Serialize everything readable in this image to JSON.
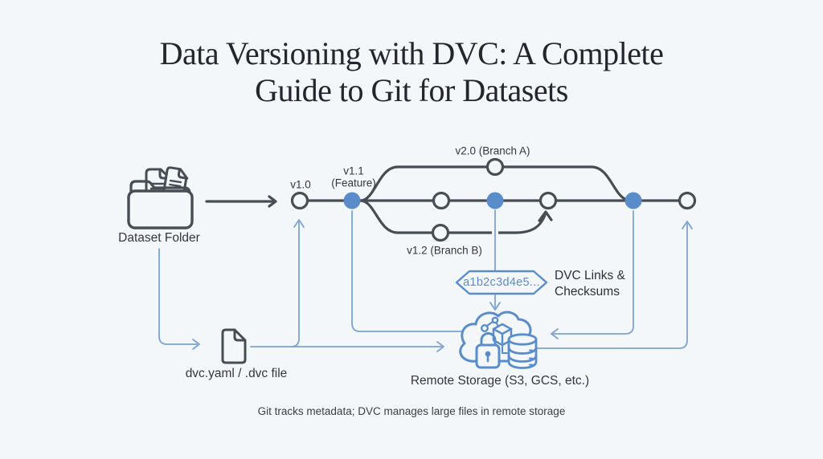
{
  "title": {
    "line1": "Data Versioning with DVC: A Complete",
    "line2": "Guide to Git for Datasets"
  },
  "graph": {
    "v1_0_label": "v1.0",
    "v1_1_label_line1": "v1.1",
    "v1_1_label_line2": "(Feature)",
    "branch_a_label": "v2.0 (Branch A)",
    "branch_b_label": "v1.2 (Branch B)"
  },
  "artifacts": {
    "dataset_folder_label": "Dataset Folder",
    "dvc_file_label": "dvc.yaml / .dvc file",
    "hash_value": "a1b2c3d4e5...",
    "dvc_links_line1": "DVC Links &",
    "dvc_links_line2": "Checksums",
    "remote_storage_label": "Remote Storage (S3, GCS, etc.)"
  },
  "caption": "Git tracks metadata; DVC manages large files in remote storage",
  "colors": {
    "background": "#f4f7fa",
    "dark_line": "#484d54",
    "accent_blue": "#5a8cca",
    "connector_blue": "#7ba3d1",
    "text": "#33373c"
  }
}
